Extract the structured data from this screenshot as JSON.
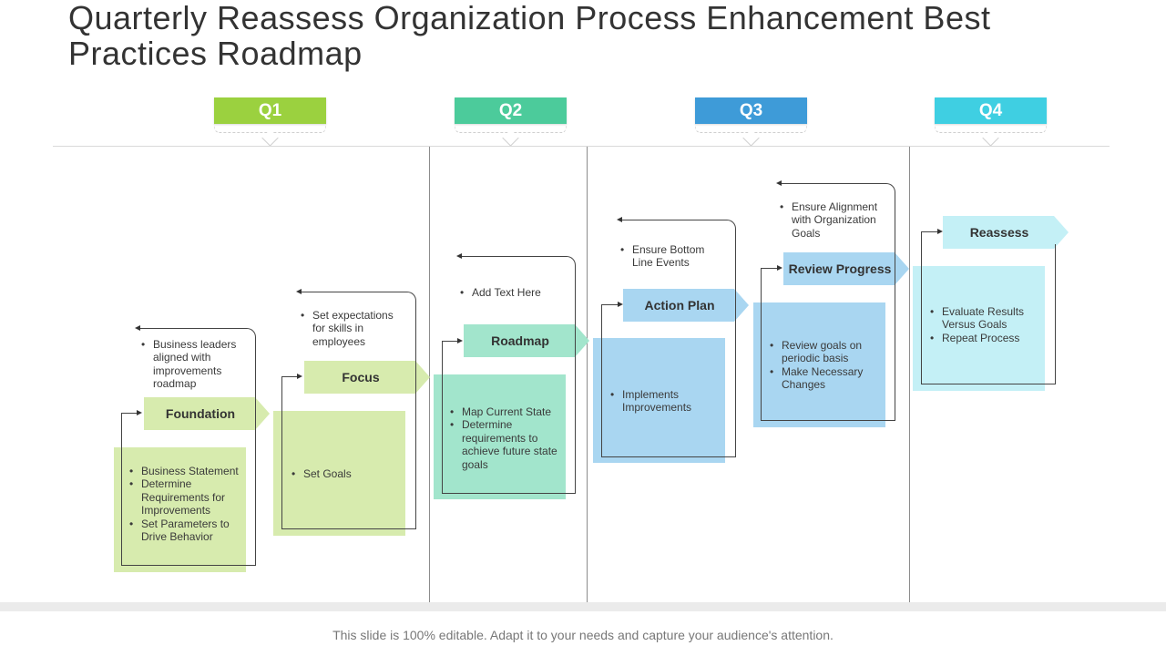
{
  "title": "Quarterly Reassess Organization Process Enhancement Best Practices Roadmap",
  "colors": {
    "q1": "#9bd13f",
    "q2": "#4ccb9b",
    "q3": "#3e9bd8",
    "q4": "#3fcfe2",
    "stage1": "#d7ebae",
    "stage2": "#a2e5cc",
    "stage3": "#a9d6f1",
    "stage4": "#c4f0f6"
  },
  "quarters": [
    "Q1",
    "Q2",
    "Q3",
    "Q4"
  ],
  "stages": [
    {
      "label": "Foundation",
      "note": [
        "Business leaders aligned with improvements roadmap"
      ],
      "items": [
        "Business Statement",
        "Determine Requirements for Improvements",
        "Set Parameters to Drive Behavior"
      ]
    },
    {
      "label": "Focus",
      "note": [
        "Set expectations for skills in employees"
      ],
      "items": [
        "Set Goals"
      ]
    },
    {
      "label": "Roadmap",
      "note": [
        "Add Text Here"
      ],
      "items": [
        "Map Current State",
        "Determine requirements to achieve future state goals"
      ]
    },
    {
      "label": "Action Plan",
      "note": [
        "Ensure Bottom Line Events"
      ],
      "items": [
        "Implements Improvements"
      ]
    },
    {
      "label": "Review Progress",
      "note": [
        "Ensure Alignment with Organization Goals"
      ],
      "items": [
        "Review goals on periodic basis",
        "Make Necessary Changes"
      ]
    },
    {
      "label": "Reassess",
      "note": [],
      "items": [
        "Evaluate Results Versus Goals",
        "Repeat Process"
      ]
    }
  ],
  "footer": "This slide is 100% editable. Adapt it to your needs and capture your audience's attention."
}
